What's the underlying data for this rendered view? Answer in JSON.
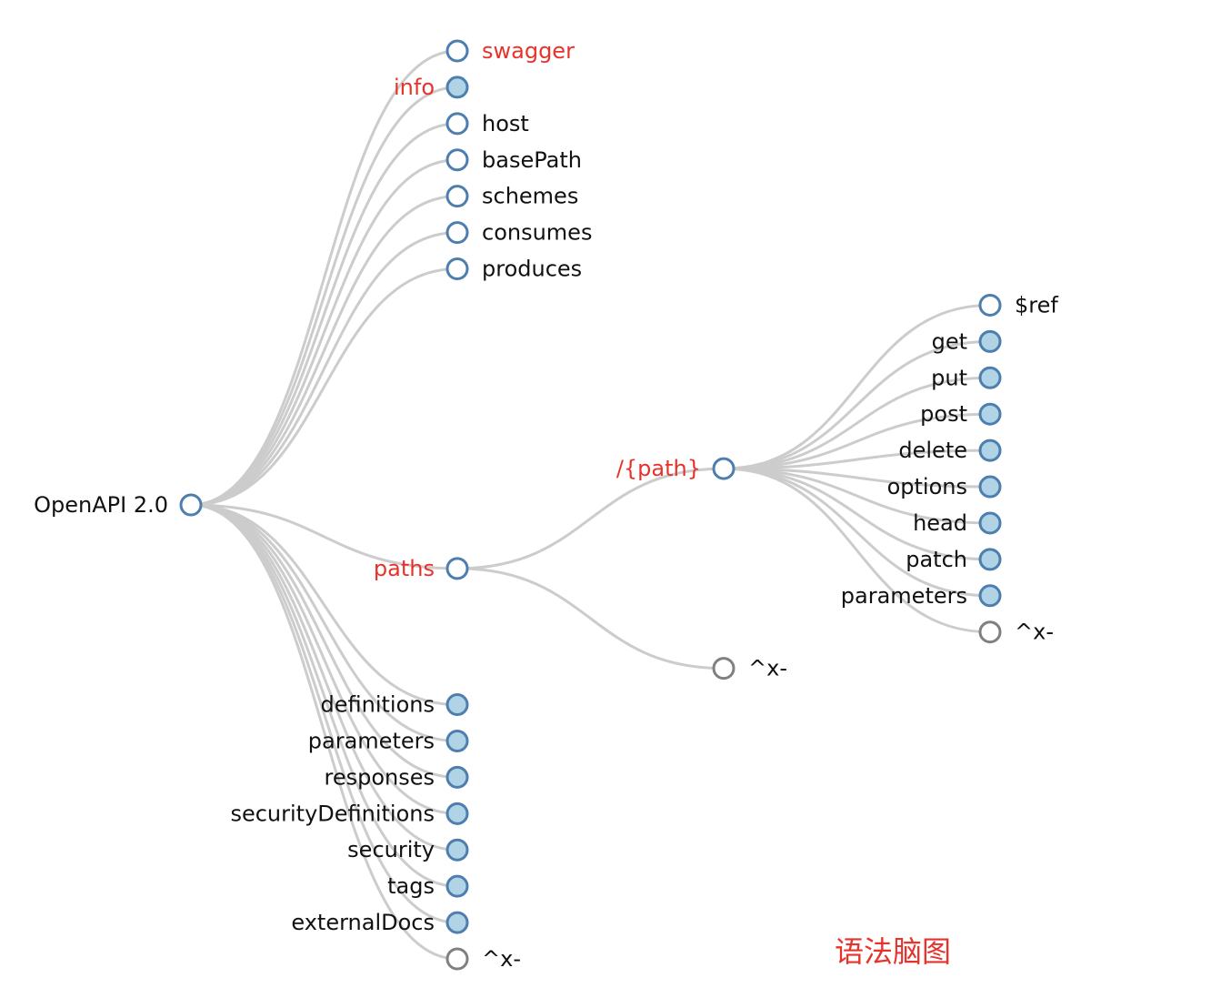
{
  "diagram": {
    "type": "collapsible-tree",
    "caption": "语法脑图",
    "colors": {
      "link": "#cccccc",
      "node_stroke": "#4d7eae",
      "node_collapsed_fill": "#b0d4e6",
      "node_expanded_fill": "#ffffff",
      "leaf_stroke": "#808080",
      "label_default": "#111111",
      "label_required": "#e8322c",
      "caption": "#e8322c"
    },
    "root": {
      "id": "root",
      "label": "OpenAPI 2.0",
      "state": "expanded",
      "required": false,
      "children": [
        {
          "id": "swagger",
          "label": "swagger",
          "state": "expanded",
          "required": true
        },
        {
          "id": "info",
          "label": "info",
          "state": "collapsed",
          "required": true
        },
        {
          "id": "host",
          "label": "host",
          "state": "expanded",
          "required": false
        },
        {
          "id": "basePath",
          "label": "basePath",
          "state": "expanded",
          "required": false
        },
        {
          "id": "schemes",
          "label": "schemes",
          "state": "expanded",
          "required": false
        },
        {
          "id": "consumes",
          "label": "consumes",
          "state": "expanded",
          "required": false
        },
        {
          "id": "produces",
          "label": "produces",
          "state": "expanded",
          "required": false
        },
        {
          "id": "paths",
          "label": "paths",
          "state": "expanded",
          "required": true,
          "children": [
            {
              "id": "path",
              "label": "/{path}",
              "state": "expanded",
              "required": true,
              "children": [
                {
                  "id": "ref",
                  "label": "$ref",
                  "state": "expanded",
                  "required": false
                },
                {
                  "id": "get",
                  "label": "get",
                  "state": "collapsed",
                  "required": false
                },
                {
                  "id": "put",
                  "label": "put",
                  "state": "collapsed",
                  "required": false
                },
                {
                  "id": "post",
                  "label": "post",
                  "state": "collapsed",
                  "required": false
                },
                {
                  "id": "delete",
                  "label": "delete",
                  "state": "collapsed",
                  "required": false
                },
                {
                  "id": "options",
                  "label": "options",
                  "state": "collapsed",
                  "required": false
                },
                {
                  "id": "head",
                  "label": "head",
                  "state": "collapsed",
                  "required": false
                },
                {
                  "id": "patch",
                  "label": "patch",
                  "state": "collapsed",
                  "required": false
                },
                {
                  "id": "path-parameters",
                  "label": "parameters",
                  "state": "collapsed",
                  "required": false
                },
                {
                  "id": "path-ext",
                  "label": "^x-",
                  "state": "leaf",
                  "required": false
                }
              ]
            },
            {
              "id": "paths-ext",
              "label": "^x-",
              "state": "leaf",
              "required": false
            }
          ]
        },
        {
          "id": "definitions",
          "label": "definitions",
          "state": "collapsed",
          "required": false
        },
        {
          "id": "parameters",
          "label": "parameters",
          "state": "collapsed",
          "required": false
        },
        {
          "id": "responses",
          "label": "responses",
          "state": "collapsed",
          "required": false
        },
        {
          "id": "securityDefinitions",
          "label": "securityDefinitions",
          "state": "collapsed",
          "required": false
        },
        {
          "id": "security",
          "label": "security",
          "state": "collapsed",
          "required": false
        },
        {
          "id": "tags",
          "label": "tags",
          "state": "collapsed",
          "required": false
        },
        {
          "id": "externalDocs",
          "label": "externalDocs",
          "state": "collapsed",
          "required": false
        },
        {
          "id": "root-ext",
          "label": "^x-",
          "state": "leaf",
          "required": false
        }
      ]
    }
  }
}
